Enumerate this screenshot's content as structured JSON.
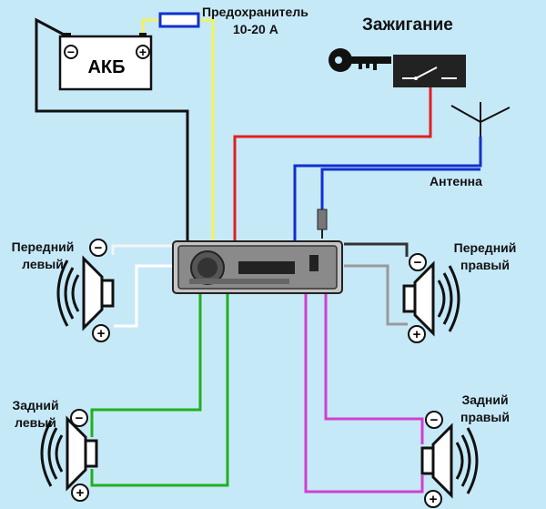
{
  "fuse": {
    "line1": "Предохранитель",
    "line2": "10-20 А"
  },
  "ignition": {
    "label": "Зажигание"
  },
  "battery": {
    "label": "АКБ",
    "minus": "−",
    "plus": "+"
  },
  "antenna": {
    "label": "Антенна"
  },
  "speakers": {
    "front_left": {
      "line1": "Передний",
      "line2": "левый"
    },
    "front_right": {
      "line1": "Передний",
      "line2": "правый"
    },
    "rear_left": {
      "line1": "Задний",
      "line2": "левый"
    },
    "rear_right": {
      "line1": "Задний",
      "line2": "правый"
    }
  },
  "terminals": {
    "minus": "−",
    "plus": "+"
  },
  "colors": {
    "background": "#c6e9f8",
    "ground_wire": "#111111",
    "battery_wire": "#f2f25a",
    "ignition_wire": "#e02020",
    "antenna_wire": "#1030d0",
    "front_left_wires": [
      "#f0f0f0",
      "#ffffff"
    ],
    "front_right_wires": [
      "#333333",
      "#999999"
    ],
    "rear_left_wire": "#20b020",
    "rear_right_wire": "#d040d0"
  }
}
